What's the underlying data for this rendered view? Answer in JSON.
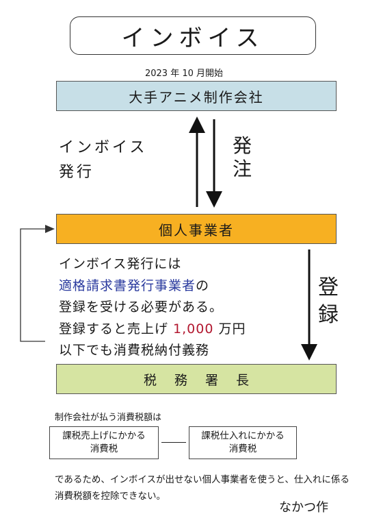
{
  "title": "インボイス",
  "start_date": "2023 年 10 月開始",
  "company": "大手アニメ制作会社",
  "issue_label": [
    "インボイス",
    "発行"
  ],
  "order_label": [
    "発",
    "注"
  ],
  "individual": "個人事業者",
  "register_label": [
    "登",
    "録"
  ],
  "explanation": {
    "line1": "インボイス発行には",
    "line2_blue": "適格請求書発行事業者",
    "line2_rest": "の",
    "line3": "登録を受ける必要がある。",
    "line4_pre": "登録すると売上げ ",
    "line4_red": "1,000",
    "line4_post": " 万円",
    "line5": "以下でも消費税納付義務"
  },
  "tax_office": "税 務 署 長",
  "note_head": "制作会社が払う消費税額は",
  "box_left": [
    "課税売上げにかかる",
    "消費税"
  ],
  "box_right": [
    "課税仕入れにかかる",
    "消費税"
  ],
  "conclusion": [
    "であるため、インボイスが出せない個人事業者を使うと、仕入れに係る",
    "消費税額を控除できない。"
  ],
  "signature": "なかつ作",
  "colors": {
    "company_bg": "#c7dfe7",
    "individual_bg": "#f7b022",
    "tax_office_bg": "#d6e4a2",
    "highlight_blue": "#2a3a9e",
    "highlight_red": "#b21830"
  }
}
